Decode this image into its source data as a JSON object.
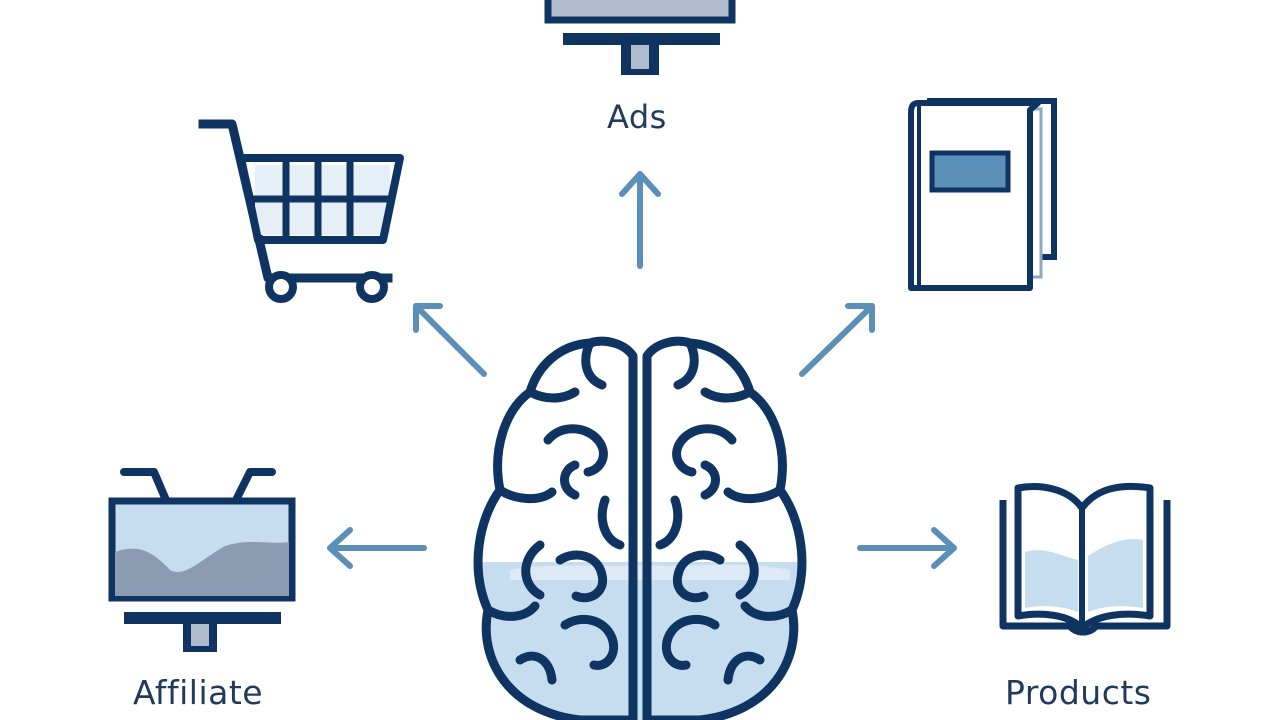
{
  "labels": {
    "ads": "Ads",
    "affiliate": "Affiliate",
    "products": "Products"
  },
  "colors": {
    "stroke": "#0f3462",
    "arrow": "#5c8fb8",
    "light_fill": "#c6ddef",
    "screen_fill": "#aebccd",
    "background": "#ffffff"
  },
  "icons": {
    "center": "brain-icon",
    "ads": "monitor-icon",
    "shopping": "shopping-cart-icon",
    "ebook": "ebook-icon",
    "affiliate": "display-screen-icon",
    "products": "open-book-icon"
  }
}
